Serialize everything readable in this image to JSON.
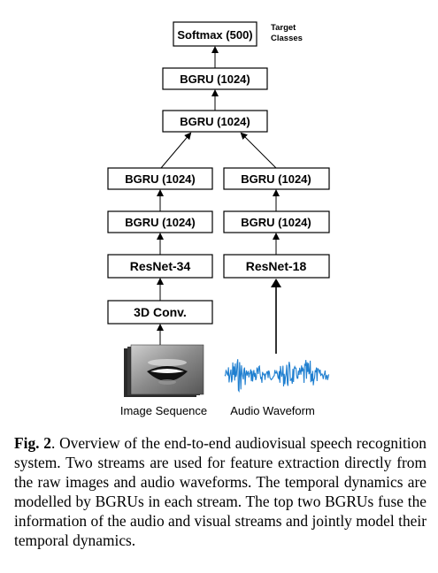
{
  "diagram": {
    "softmax": "Softmax (500)",
    "target_classes": [
      "Target",
      "Classes"
    ],
    "bgru_top1": "BGRU (1024)",
    "bgru_top2": "BGRU (1024)",
    "left_bgru2": "BGRU (1024)",
    "left_bgru1": "BGRU (1024)",
    "left_resnet": "ResNet-34",
    "conv3d": "3D Conv.",
    "right_bgru2": "BGRU (1024)",
    "right_bgru1": "BGRU (1024)",
    "right_resnet": "ResNet-18",
    "image_label": "Image Sequence",
    "audio_label": "Audio Waveform"
  },
  "caption": {
    "prefix": "Fig. 2",
    "text": ". Overview of the end-to-end audiovisual speech recognition system. Two streams are used for feature extraction directly from the raw images and audio waveforms. The temporal dynamics are modelled by BGRUs in each stream. The top two BGRUs fuse the information of the audio and visual streams and jointly model their temporal dynamics."
  },
  "colors": {
    "waveform": "#1f7fd0",
    "box_stroke": "#000000"
  }
}
